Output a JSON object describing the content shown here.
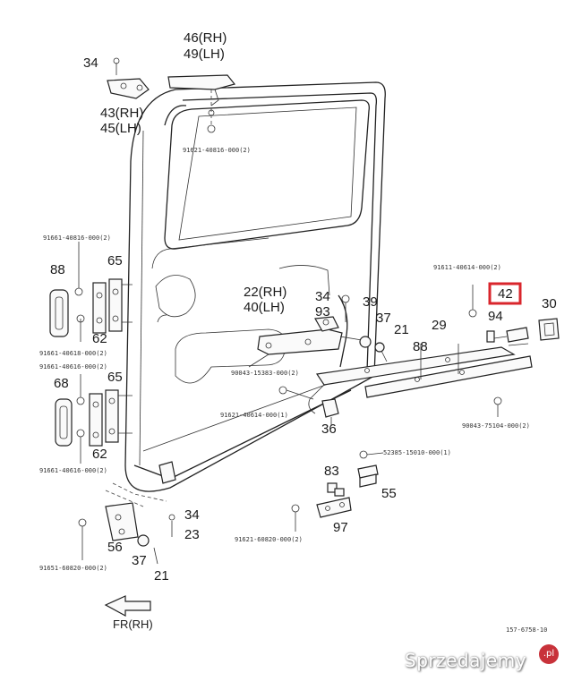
{
  "diagram": {
    "callouts": {
      "c46rh": "46(RH)",
      "c49lh": "49(LH)",
      "c34a": "34",
      "c43rh": "43(RH)",
      "c45lh": "45(LH)",
      "c88a": "88",
      "c65a": "65",
      "c62a": "62",
      "c68": "68",
      "c65b": "65",
      "c62b": "62",
      "c22rh": "22(RH)",
      "c40lh": "40(LH)",
      "c34b": "34",
      "c93": "93",
      "c39": "39",
      "c37a": "37",
      "c21a": "21",
      "c29": "29",
      "c88b": "88",
      "c94": "94",
      "c42": "42",
      "c30": "30",
      "c36": "36",
      "c83": "83",
      "c55": "55",
      "c97": "97",
      "c34c": "34",
      "c23": "23",
      "c56": "56",
      "c37b": "37",
      "c21b": "21",
      "fr": "FR(RH)"
    },
    "part_numbers": {
      "p1": "91621-40816-000(2)",
      "p2": "91661-40816-000(2)",
      "p3": "91661-40618-000(2)",
      "p4": "91661-40616-000(2)",
      "p5": "91661-40616-000(2)",
      "p6": "90043-15383-000(2)",
      "p7": "91621-40614-000(1)",
      "p8": "91611-40614-000(2)",
      "p9": "90043-75104-000(2)",
      "p10": "52385-15010-000(1)",
      "p11": "91621-60820-000(2)",
      "p12": "91651-60820-000(2)"
    },
    "diagram_code": "157-6758-10"
  },
  "watermark": {
    "text": "Sprzedajemy",
    "badge": ".pl"
  },
  "colors": {
    "highlight": "#d9262c",
    "ink": "#222222",
    "watermark_badge": "#c8323a"
  }
}
